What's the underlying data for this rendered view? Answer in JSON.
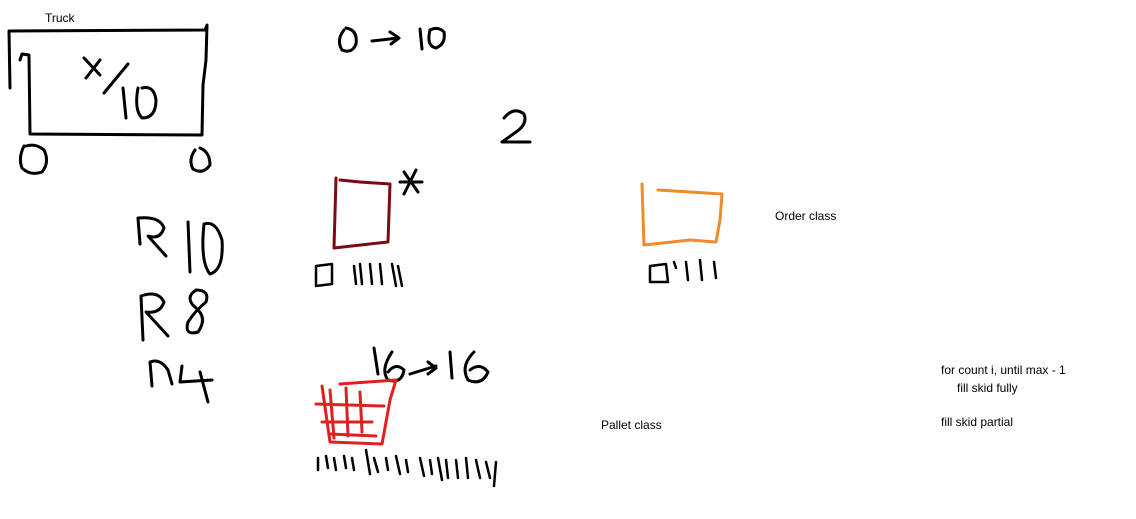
{
  "labels": {
    "truck": "Truck",
    "order_class": "Order class",
    "pallet_class": "Pallet class",
    "note_line1": "for count i, until max - 1",
    "note_line2": "fill skid fully",
    "note_line3": "fill skid partial"
  },
  "colors": {
    "black_ink": "#000000",
    "dark_red_ink": "#7a0a14",
    "orange_ink": "#f08a2a",
    "red_ink": "#e02020"
  }
}
